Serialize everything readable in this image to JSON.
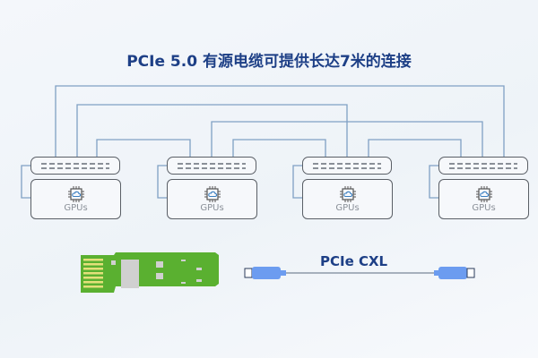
{
  "title": "PCIe 5.0 有源电缆可提供长达7米的连接",
  "nodes": [
    {
      "gpu_label": "GPUs"
    },
    {
      "gpu_label": "GPUs"
    },
    {
      "gpu_label": "GPUs"
    },
    {
      "gpu_label": "GPUs"
    }
  ],
  "cable_label": "PCIe CXL",
  "colors": {
    "wire": "#7fa0c4",
    "title": "#1d3f86",
    "pcb": "#5ab030",
    "connector": "#6c9cf0"
  }
}
